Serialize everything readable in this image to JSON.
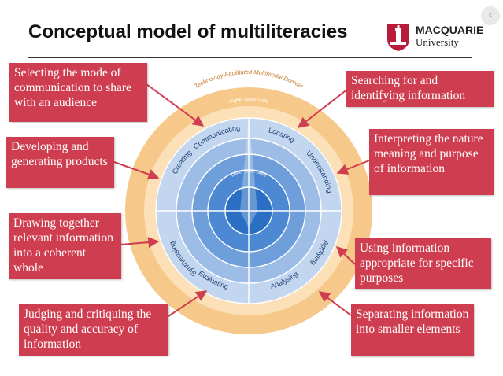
{
  "header": {
    "title": "Conceptual model of multiliteracies",
    "logo": {
      "name": "MACQUARIE",
      "subname": "University",
      "icon": "lighthouse-shield-icon",
      "colors": {
        "shield": "#b71c3a",
        "accent": "#ffffff"
      }
    },
    "nav_icon": "chevron-left-icon",
    "nav_glyph": "‹"
  },
  "diagram": {
    "outer_ring_label": "Technology-Facilitated Multimodal Domain",
    "top_level_label": "Higher Level Skills",
    "center_label": "Lower Level Skills",
    "skills": [
      "Communicating",
      "Locating",
      "Understanding",
      "Applying",
      "Analysing",
      "Evaluating",
      "Synthesising",
      "Creating"
    ],
    "colors": {
      "outer_ring": "#f6c88a",
      "outer_ring_light": "#fbe0b8",
      "skill_ring": "#c3d6ef",
      "level_1": "#9ebde6",
      "level_2": "#6f9fdb",
      "level_3": "#4d88d2",
      "center": "#2a6fc4",
      "divider": "#ffffff",
      "callout": "#cf3e50",
      "arrow": "#cf3e50"
    }
  },
  "callouts": [
    {
      "id": "communicating",
      "text": "Selecting the mode of communication to share with an audience"
    },
    {
      "id": "locating",
      "text": "Searching for and identifying information"
    },
    {
      "id": "creating",
      "text": "Developing and generating products"
    },
    {
      "id": "understanding",
      "text": "Interpreting the nature meaning and purpose of information"
    },
    {
      "id": "synthesising",
      "text": "Drawing together relevant information into a coherent whole"
    },
    {
      "id": "applying",
      "text": "Using information appropriate for specific purposes"
    },
    {
      "id": "evaluating",
      "text": "Judging and critiquing the quality and accuracy of information"
    },
    {
      "id": "analysing",
      "text": "Separating information into smaller elements"
    }
  ]
}
